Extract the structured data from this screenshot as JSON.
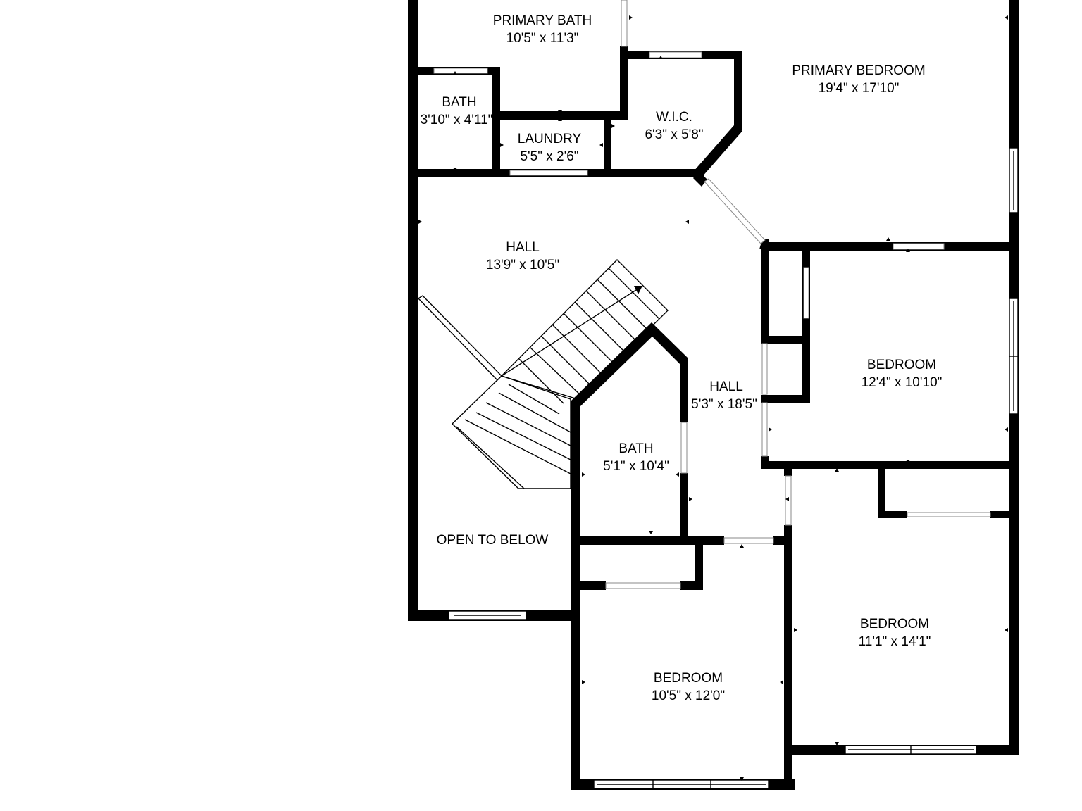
{
  "rooms": {
    "primary_bath": {
      "name": "PRIMARY BATH",
      "dims": "10'5\" x 11'3\""
    },
    "bath_small": {
      "name": "BATH",
      "dims": "3'10\" x 4'11\""
    },
    "laundry": {
      "name": "LAUNDRY",
      "dims": "5'5\" x 2'6\""
    },
    "wic": {
      "name": "W.I.C.",
      "dims": "6'3\" x 5'8\""
    },
    "primary_bedroom": {
      "name": "PRIMARY BEDROOM",
      "dims": "19'4\" x 17'10\""
    },
    "hall_main": {
      "name": "HALL",
      "dims": "13'9\" x 10'5\""
    },
    "hall_2": {
      "name": "HALL",
      "dims": "5'3\" x 18'5\""
    },
    "bedroom_right": {
      "name": "BEDROOM",
      "dims": "12'4\" x 10'10\""
    },
    "bath_2": {
      "name": "BATH",
      "dims": "5'1\" x 10'4\""
    },
    "open_to_below": {
      "name": "OPEN TO BELOW"
    },
    "bedroom_bottom_right": {
      "name": "BEDROOM",
      "dims": "11'1\" x 14'1\""
    },
    "bedroom_bottom": {
      "name": "BEDROOM",
      "dims": "10'5\" x 12'0\""
    }
  }
}
